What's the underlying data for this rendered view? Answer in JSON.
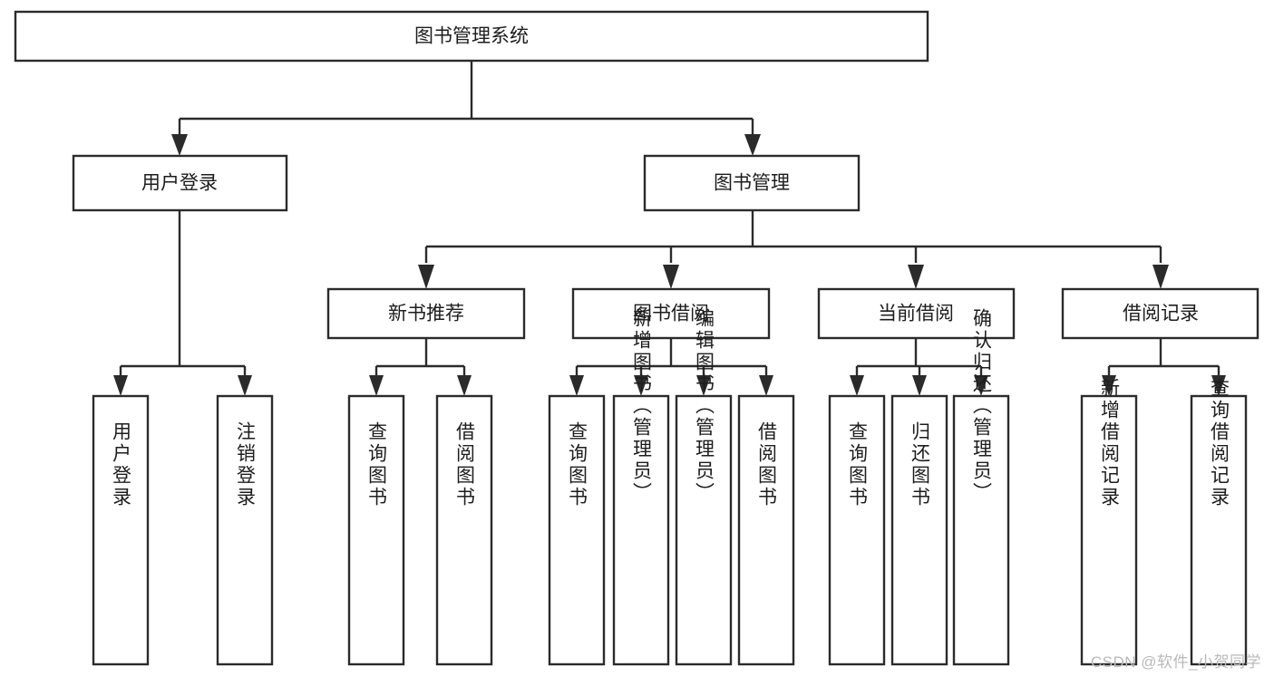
{
  "diagram": {
    "title": "图书管理系统",
    "type": "tree-hierarchy",
    "orientation": "top-down",
    "colors": {
      "box_stroke": "#2b2b2b",
      "box_fill": "#ffffff",
      "text": "#1d1d1d",
      "background": "#ffffff",
      "watermark": "#b9b9b9"
    },
    "levels": {
      "root": {
        "label": "图书管理系统"
      },
      "level2": [
        {
          "id": "user-login",
          "label": "用户登录"
        },
        {
          "id": "book-management",
          "label": "图书管理"
        }
      ],
      "level3": [
        {
          "id": "new-book-recommend",
          "label": "新书推荐",
          "parent": "book-management"
        },
        {
          "id": "book-borrow",
          "label": "图书借阅",
          "parent": "book-management"
        },
        {
          "id": "current-borrow",
          "label": "当前借阅",
          "parent": "book-management"
        },
        {
          "id": "borrow-record",
          "label": "借阅记录",
          "parent": "book-management"
        }
      ],
      "leaves": {
        "user-login": [
          {
            "id": "leaf-user-login",
            "label": "用户登录"
          },
          {
            "id": "leaf-logout-login",
            "label": "注销登录"
          }
        ],
        "new-book-recommend": [
          {
            "id": "leaf-query-book-1",
            "label": "查询图书"
          },
          {
            "id": "leaf-borrow-book-1",
            "label": "借阅图书"
          }
        ],
        "book-borrow": [
          {
            "id": "leaf-query-book-2",
            "label": "查询图书"
          },
          {
            "id": "leaf-add-book",
            "label": "新增图书（管理员）"
          },
          {
            "id": "leaf-edit-book",
            "label": "编辑图书（管理员）"
          },
          {
            "id": "leaf-borrow-book-2",
            "label": "借阅图书"
          }
        ],
        "current-borrow": [
          {
            "id": "leaf-query-book-3",
            "label": "查询图书"
          },
          {
            "id": "leaf-return-book",
            "label": "归还图书"
          },
          {
            "id": "leaf-confirm-return",
            "label": "确认归还（管理员）"
          }
        ],
        "borrow-record": [
          {
            "id": "leaf-add-record",
            "label": "新增借阅记录"
          },
          {
            "id": "leaf-query-record",
            "label": "查询借阅记录"
          }
        ]
      }
    }
  },
  "watermark": {
    "text": "CSDN @软件_小贺同学"
  }
}
